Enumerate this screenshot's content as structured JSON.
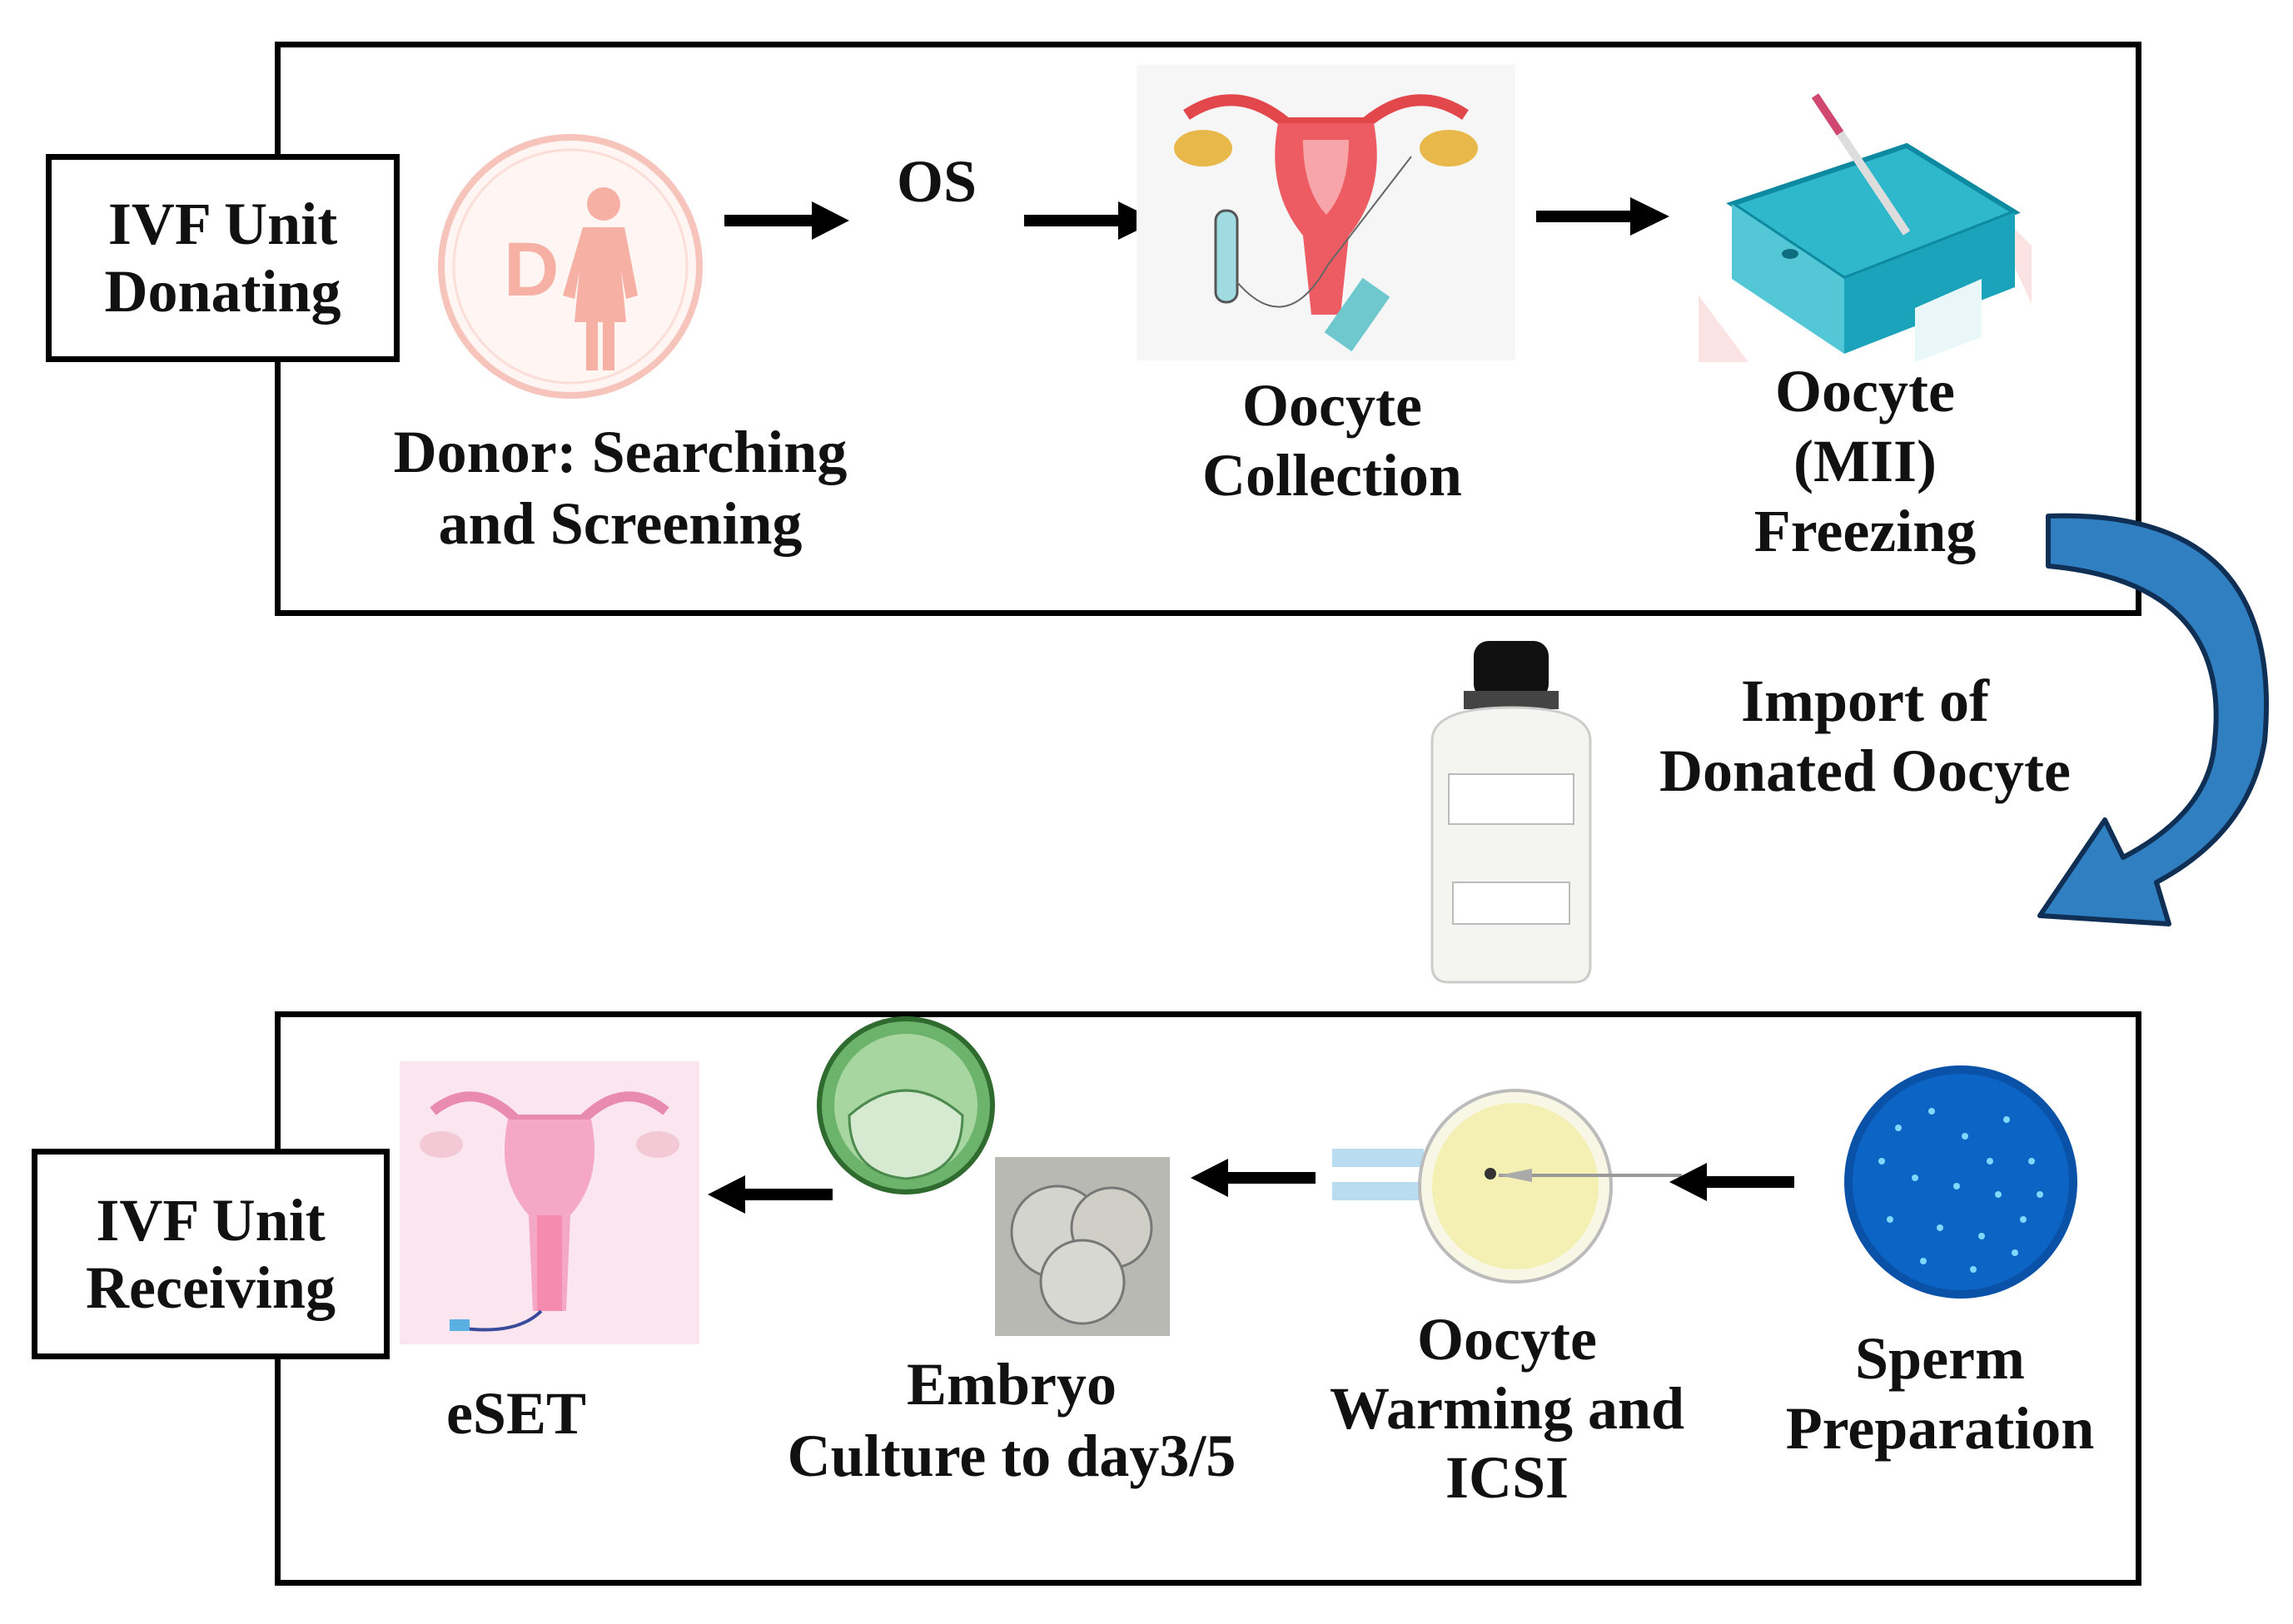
{
  "top_panel": {
    "unit_label": [
      "IVF Unit",
      "Donating"
    ],
    "os_label": "OS",
    "steps": [
      {
        "id": "donor",
        "lines": [
          "Donor: Searching",
          "and Screening"
        ],
        "icon": "female-donor-icon"
      },
      {
        "id": "collection",
        "lines": [
          "Oocyte",
          "Collection"
        ],
        "icon": "uterus-icon"
      },
      {
        "id": "freezing",
        "lines": [
          "Oocyte",
          "(MII)",
          "Freezing"
        ],
        "icon": "freezing-tray-icon"
      }
    ]
  },
  "transfer": {
    "lines": [
      "Import of",
      "Donated Oocyte"
    ],
    "icon": "liquid-nitrogen-tank-icon"
  },
  "bottom_panel": {
    "unit_label": [
      "IVF Unit",
      "Receiving"
    ],
    "steps": [
      {
        "id": "eset",
        "lines": [
          "eSET"
        ],
        "icon": "embryo-transfer-icon"
      },
      {
        "id": "embryo",
        "lines": [
          "Embryo",
          "Culture to  day3/5"
        ],
        "icon": "embryo-icon"
      },
      {
        "id": "icsi",
        "lines": [
          "Oocyte",
          "Warming and",
          "ICSI"
        ],
        "icon": "icsi-needle-icon"
      },
      {
        "id": "sperm",
        "lines": [
          "Sperm",
          "Preparation"
        ],
        "icon": "sperm-dish-icon"
      }
    ]
  },
  "colors": {
    "curved_arrow": "#2f7fc1",
    "donor_pink": "#f5b3a8",
    "ln2_blue": "#2ab4c9"
  }
}
